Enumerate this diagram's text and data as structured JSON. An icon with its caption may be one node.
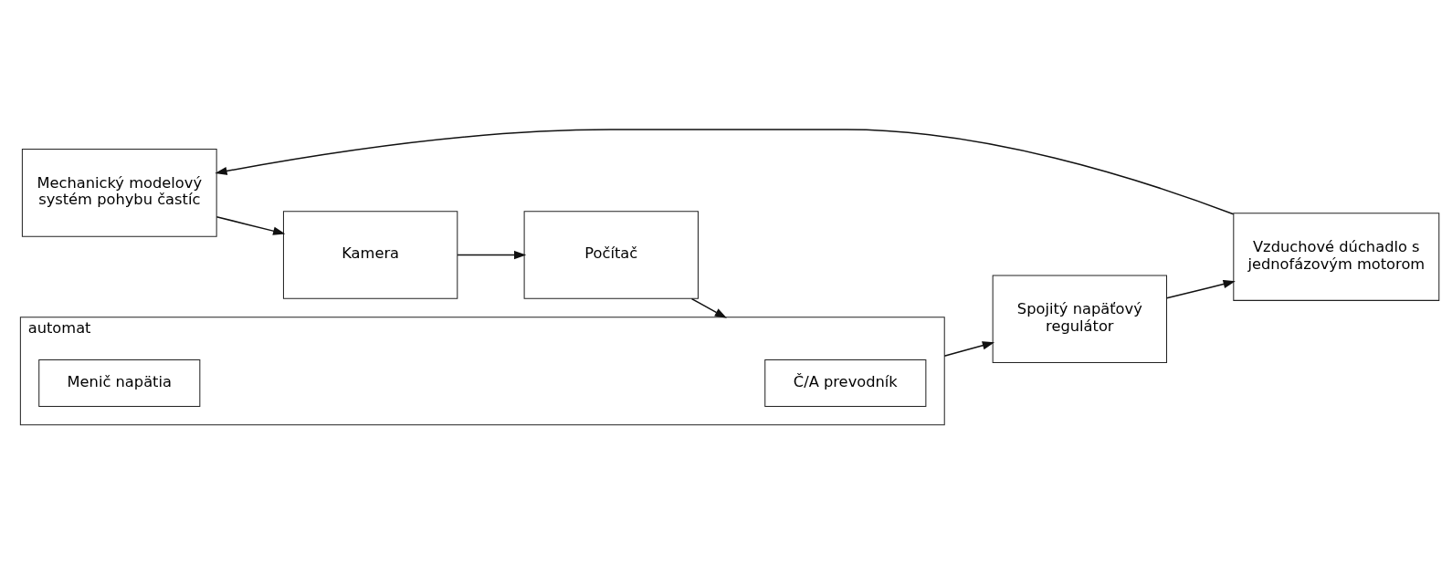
{
  "diagram": {
    "nodes": [
      {
        "text": [
          "Mechanický modelový systém pohybu častíc"
        ]
      },
      {
        "text": [
          "Kamera"
        ]
      },
      {
        "text": [
          "Počítač"
        ]
      },
      {
        "text": [
          "automat"
        ]
      },
      {
        "text": [
          "Č/A prevodník"
        ],
        "in": 3
      },
      {
        "text": [
          "Menič napätia"
        ],
        "in": 3
      },
      {
        "text": [
          "Spojitý napäťový regulátor"
        ]
      },
      {
        "text": [
          "Vzduchové dúchadlo s jednofázovým motorom"
        ]
      }
    ],
    "edges": [
      {
        "from": 0,
        "to": 1,
        "arrow": "to"
      },
      {
        "from": 1,
        "to": 2,
        "arrow": "to"
      },
      {
        "from": 2,
        "to": 3,
        "arrow": "to"
      },
      {
        "from": 3,
        "to": 6,
        "arrow": "to"
      },
      {
        "from": 6,
        "to": 7,
        "arrow": "to"
      },
      {
        "from": 7,
        "to": 0,
        "arrow": "to"
      }
    ]
  }
}
